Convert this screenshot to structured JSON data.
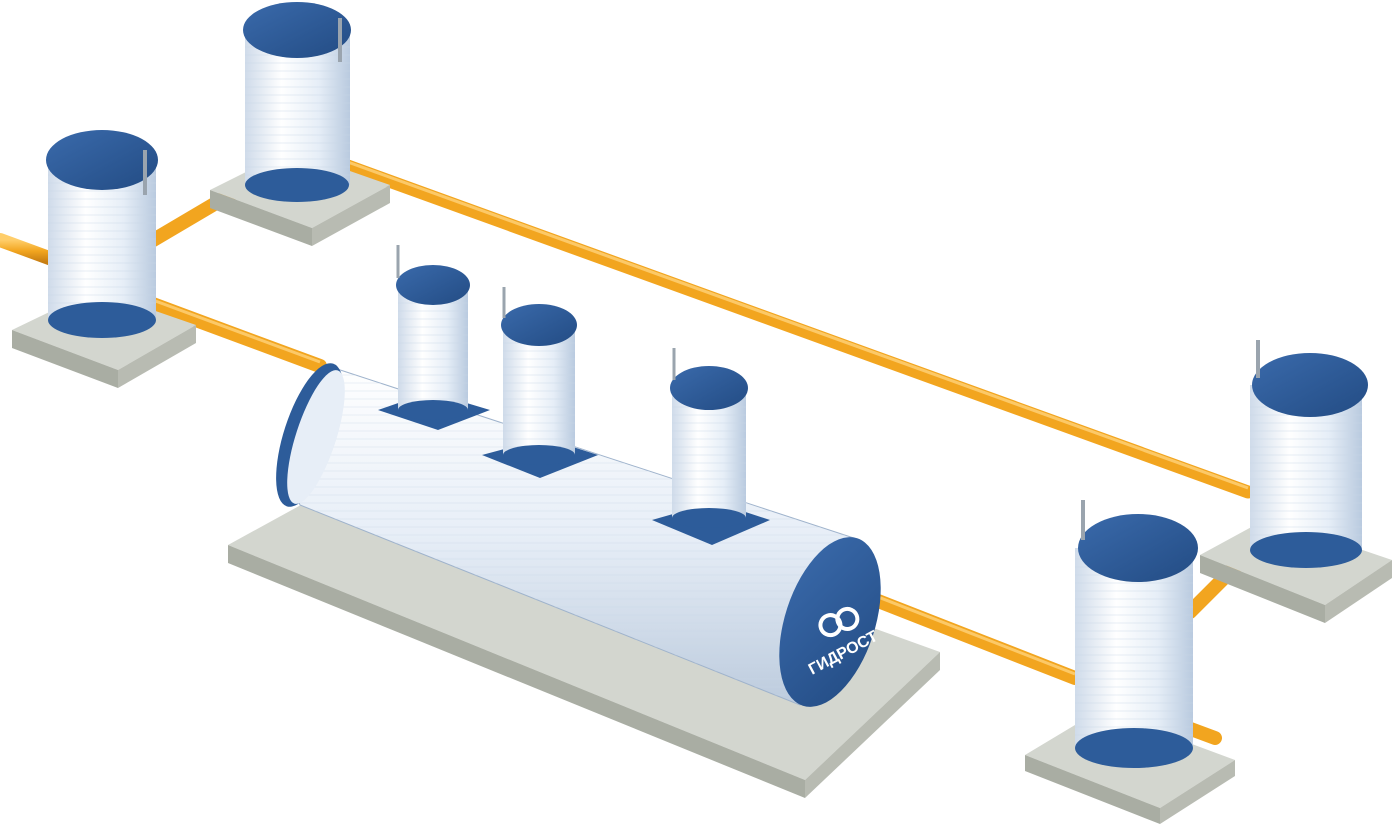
{
  "brand": {
    "label": "ГИДРОСТ",
    "logo_icon": "wave-drop-logo-icon"
  },
  "colors": {
    "background": "#ffffff",
    "pipe": "#f2a51f",
    "pipe_shadow": "#c77d12",
    "tank_body": "#e3edf7",
    "tank_cap": "#2d5c9a",
    "tank_cap_dark": "#1e406f",
    "concrete": "#c9ccc4",
    "concrete_side": "#a9ac a4"
  },
  "components": {
    "main_tank": "horizontal-treatment-tank",
    "wells": [
      "inlet-well-left",
      "well-top",
      "well-right-rear",
      "outlet-well-right-front"
    ],
    "risers": [
      "riser-1",
      "riser-2",
      "riser-3"
    ]
  }
}
